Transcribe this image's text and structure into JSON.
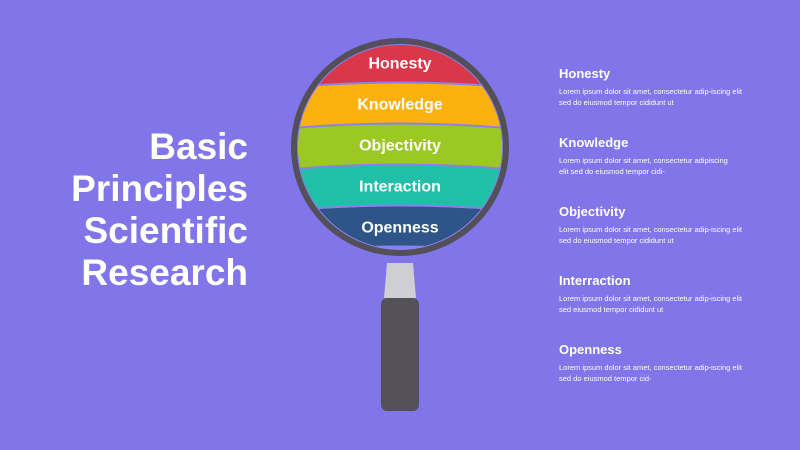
{
  "title": {
    "line1": "Basic",
    "line2": "Principles",
    "line3": "Scientific",
    "line4": "Research"
  },
  "bands": [
    {
      "label": "Honesty",
      "color": "#d9384a"
    },
    {
      "label": "Knowledge",
      "color": "#fdb10f"
    },
    {
      "label": "Objectivity",
      "color": "#9bc823"
    },
    {
      "label": "Interaction",
      "color": "#1fc0a7"
    },
    {
      "label": "Openness",
      "color": "#2d5588"
    }
  ],
  "items": [
    {
      "title": "Honesty",
      "desc1": "Lorem ipsum dolor sit amet, consectetur adip-iscing elit",
      "desc2": "sed do eiusmod tempor cididunt ut"
    },
    {
      "title": "Knowledge",
      "desc1": "Lorem ipsum dolor sit amet, consectetur adipiscing",
      "desc2": "elit sed do eiusmod tempor cidi-"
    },
    {
      "title": "Objectivity",
      "desc1": "Lorem ipsum dolor sit amet, consectetur adip-iscing elit",
      "desc2": "sed do eiusmod tempor cididunt ut"
    },
    {
      "title": "Interraction",
      "desc1": "Lorem ipsum dolor sit amet, consectetur adip-iscing elit",
      "desc2": "sed eiusmod tempor cididunt ut"
    },
    {
      "title": "Openness",
      "desc1": "Lorem ipsum dolor sit amet, consectetur adip-iscing elit",
      "desc2": "sed do eiusmod tempor cid-"
    }
  ],
  "colors": {
    "background": "#8075e9",
    "glass_rim": "#535059",
    "glass_fill": "#8a80ee",
    "handle": "#555158",
    "neck": "#cfcfd2"
  }
}
